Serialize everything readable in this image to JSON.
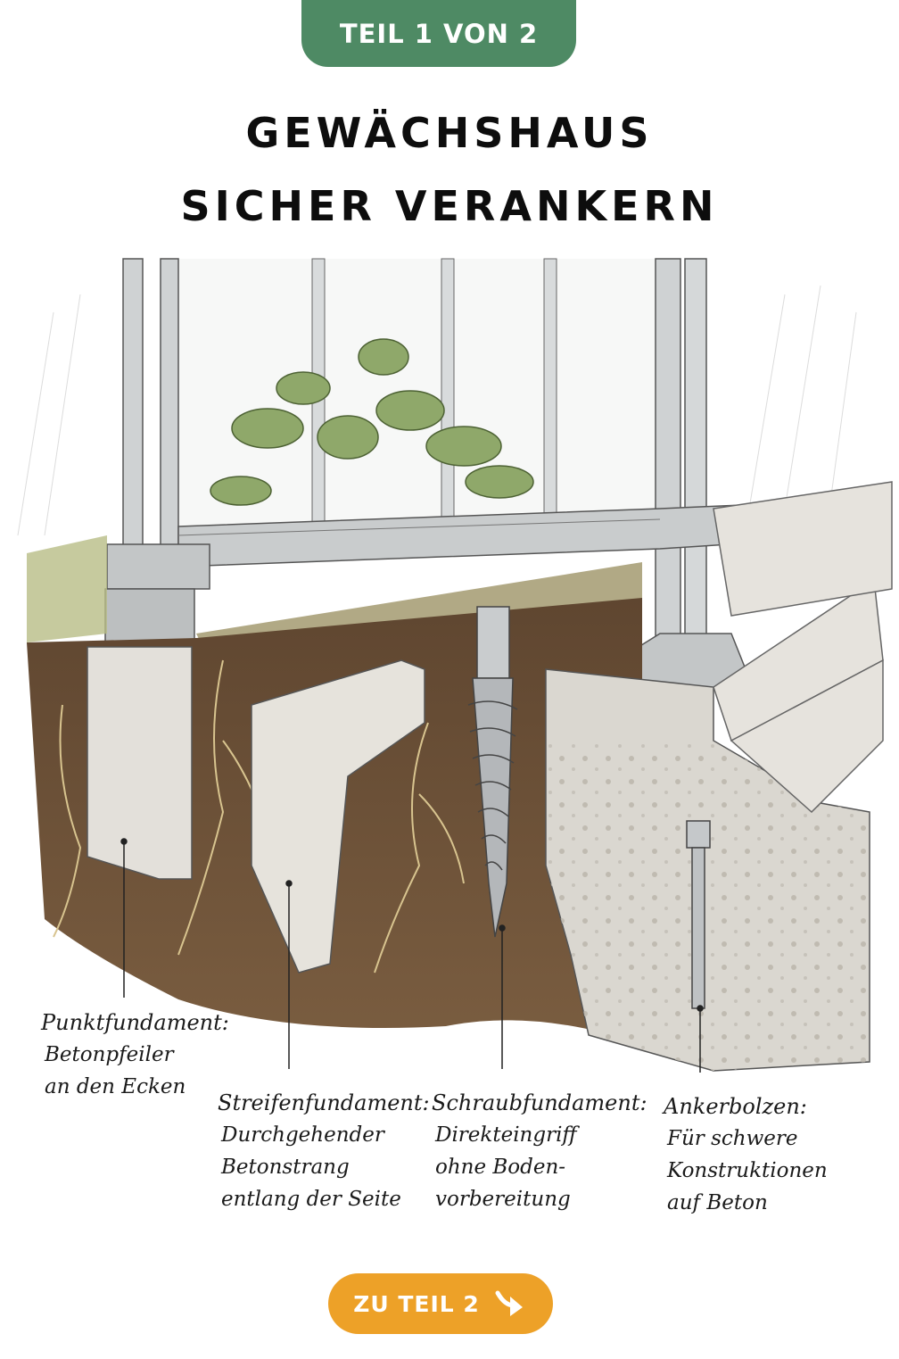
{
  "badge": {
    "label": "TEIL 1 VON 2"
  },
  "title": {
    "line1": "GEWÄCHSHAUS",
    "line2": "SICHER VERANKERN"
  },
  "labels": [
    {
      "title": "Punktfundament:",
      "lines": [
        "Betonpfeiler",
        "an den Ecken"
      ]
    },
    {
      "title": "Streifenfundament:",
      "lines": [
        "Durchgehender",
        "Betonstrang",
        "entlang der Seite"
      ]
    },
    {
      "title": "Schraubfundament:",
      "lines": [
        "Direkteingriff",
        "ohne Boden-",
        "vorbereitung"
      ]
    },
    {
      "title": "Ankerbolzen:",
      "lines": [
        "Für schwere",
        "Konstruktionen",
        "auf Beton"
      ]
    }
  ],
  "cta": {
    "label": "ZU TEIL 2",
    "icon": "arrow-down-right-icon"
  },
  "colors": {
    "badge": "#4e8a64",
    "cta": "#eda128",
    "soil": "#6b5138",
    "concrete": "#d9d6cf",
    "leaf": "#8fa86a"
  }
}
